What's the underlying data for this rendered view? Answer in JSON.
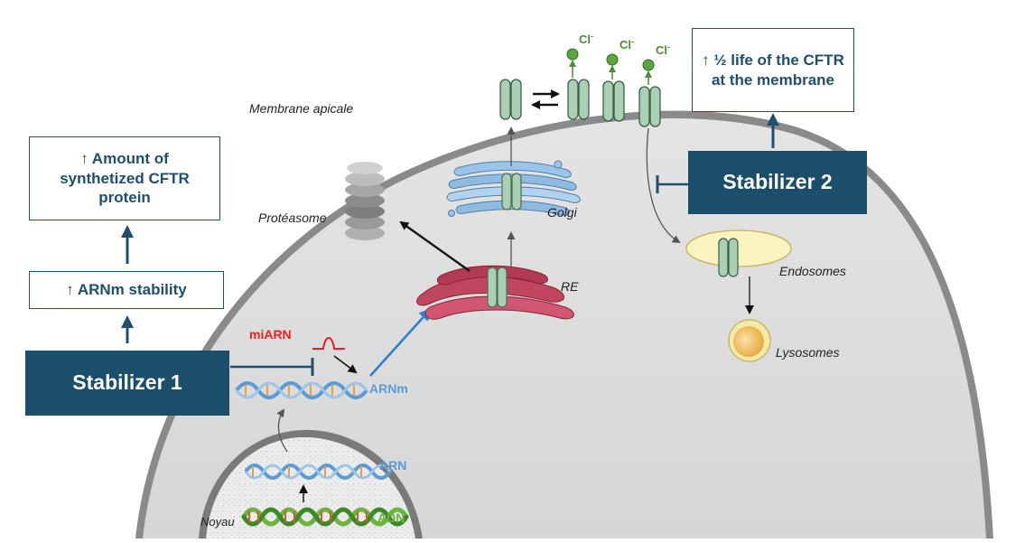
{
  "labels": {
    "membrane": "Membrane apicale",
    "proteasome": "Protéasome",
    "golgi": "Golgi",
    "re": "RE",
    "endosomes": "Endosomes",
    "lysosomes": "Lysosomes",
    "noyau": "Noyau",
    "arn": "ARN",
    "adn": "ADN",
    "arnm": "ARNm",
    "mirna": "miARN",
    "chloride": "Cl",
    "chloride_charge": "-"
  },
  "boxes": {
    "amount": "↑ Amount of synthetized CFTR protein",
    "arnm_stability": "↑ ARNm stability",
    "stabilizer1": "Stabilizer 1",
    "stabilizer2": "Stabilizer 2",
    "half_life": "↑ ½ life of the CFTR at the membrane"
  },
  "colors": {
    "cell_fill": "#dcdcdc",
    "nucleus_fill": "#ececec",
    "dark_box": "#1b4e6b",
    "box_text": "#1f4e6e",
    "mirna_red": "#e8201f",
    "arnm_blue": "#5b9bd5",
    "adn_green": "#6cb33f",
    "channel_green": "#a9cfb4",
    "er_red": "#c0455e",
    "golgi_blue": "#8fbbe0",
    "endosome_fill": "#fbf3c0",
    "lysosome_fill": "#f3c46c",
    "chloride_green": "#4f8b3b"
  }
}
